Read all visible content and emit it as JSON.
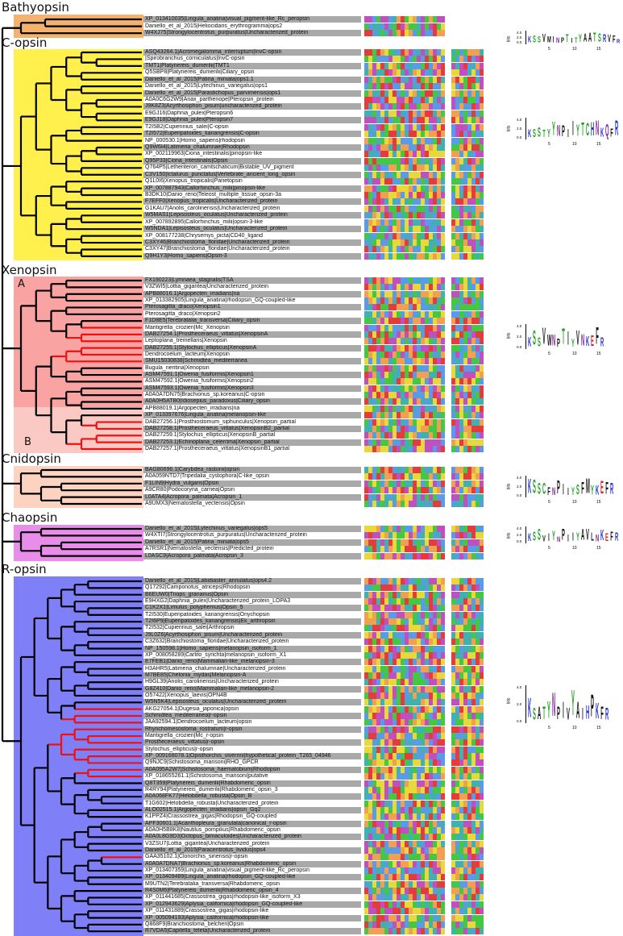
{
  "highlight_branch_color": "#ee1111",
  "groups": [
    {
      "key": "bathyopsin",
      "title": "Bathyopsin",
      "color": "#f3b36f",
      "highlighted": [],
      "items": [
        "XP_013410035|Lingula_anatina|visual_pigment-like_Rc_peropsin",
        "Daniello_et_al_2015|Heliocidaris_erythrogramma|ops2",
        "W4XJ75|Strongylocentrotus_purpuratus|Uncharacterized_protein"
      ],
      "logo": {
        "letters": "KSSVMINPTITYAATSRVFR",
        "ylabel": "bits",
        "yticks": [
          "4.0",
          "2.0",
          "0.0"
        ],
        "xticks": [
          "5",
          "10",
          "15"
        ]
      }
    },
    {
      "key": "c-opsin",
      "title": "C-opsin",
      "color": "#fff04d",
      "highlighted": [],
      "items": [
        "ASQ43264.1|Acromegalomma_interruptum|InvC-opsin",
        "|Spirobranchus_corniculatus|InvC-opsin",
        "TMT1|Platynereis_dumerilii|TMT1",
        "Q5SBP8|Platynereis_dumerilii|Ciliary_opsin",
        "Daniello_et_al_2015|Patiria_miniata|ops1.1",
        "Daniello_et_al_2015|Lytechinus_variegatus|ops1",
        "Daniello_et_al_2015|Parastichopus_parvimensis|ops1",
        "A0A0C6G2W9|Anax_parthenope|Pteropsin_protein",
        "J9K8Z3|Acyrthosiphon_pisum|uncharacterized_protein",
        "E9GJ16|Daphnia_pulex|Pteropsin6",
        "E9GJ18|Daphnia_pulex|Pteropsin7",
        "T2I5B2|Cupiennius_salei|C-opsin",
        "T2I572|Euperipatoides_kanangrensis|C-opsin",
        "NP_000530.1|Homo_sapiens|rhodopsin",
        "Q9W6I4|Latimeria_chalumnae|Rhodopsin",
        "XP_002119963|Ciona_intestinalis|pinopsin-like",
        "Q95P33|Ciona_intestinalis|Opsin",
        "Q764P5|Lethenteron_camtschaticum|Bistable_UV_pigment",
        "C3V150|Ictalurus_punctatus|Vertebrate_ancient_long_opsin",
        "Q1L0I6|Xenopus_tropicalis|Parietopsin",
        "XP_007887943|Callorhinchus_milii|pinopsin-like",
        "B3DK10|Danio_rerio|Teleost_multiple_tissue_opsin-3a",
        "F7EFF0|Xenopus_tropicalis|Uncharacterized_protein",
        "G1KAU7|Anolis_carolinensis|Uncharacterized_protein",
        "W5MAS1|Lepisosteus_oculatus|Uncharacterized_protein",
        "XP_007892895|Callorhinchus_milii|opsin-3-like",
        "W5NDA1|Lepisosteus_oculatus|Uncharacterized_protein",
        "XP_008177238|Chrysemys_picta|CD40_ligand",
        "C3XY46|Branchiostoma_floridae|Uncharacterized_protein",
        "C3XY47|Branchiostoma_floridae|Uncharacterized_protein",
        "Q9H1Y3|Homo_sapiens|Opsin-3"
      ],
      "logo": {
        "letters": "KSSTYYNPIIYTCHNKQFR",
        "ylabel": "bits",
        "yticks": [
          "4.0",
          "2.0",
          "0.0"
        ],
        "xticks": [
          "5",
          "10",
          "15"
        ]
      }
    },
    {
      "key": "xenopsin",
      "title": "Xenopsin",
      "color": "#f9a3a3",
      "subcolor": "#fbc9c4",
      "sub_labels": [
        "A",
        "B"
      ],
      "highlighted": [
        7,
        8,
        9,
        10,
        11,
        12,
        21,
        22,
        23,
        24,
        25
      ],
      "items": [
        "FX190223|Lymnaea_stagnalis|TSA",
        "V3ZWI5|Lottia_gigantea|Uncharacterized_protein",
        "APB88016.1|Argopecten_irradians|na",
        "XP_013382905|Lingula_anatina|rhodopsin_GQ-coupled-like",
        "Pterosagitta_draco|Xenopsin1",
        "Pterosagitta_draco|Xenopsin2",
        "F1D8E5|Terebratalia_transversa|Ciliary_opsin",
        "Maritigrella_crozieri|Mc_Xenopsin",
        "DAB27254.1|Prostheceraeus_vittatus|XenopsinA",
        "Leptoplana_tremellaris|Xenopsin",
        "DAB27255.1|Stylochus_ellipticus|XenopsinA",
        "Dendrocoelum_lacteum|Xenopsin",
        "SMU15030838|Schmidtea_mediterranea",
        "Bugula_neritina|Xenopsin",
        "ASM47591.1|Owenia_fusiformis|Xenopsin1",
        "ASM47592.1|Owenia_fusiformis|Xenopsin2",
        "ASM47593.1|Owenia_fusiformis|Xenopsin3",
        "A0A0A7DN75|Brachionus_sp.koreanus|C-opsin",
        "A0A0H5ATB0|Idiosepius_paradoxus|Ciliary_opsin",
        "APB88019.1|Argopecten_irradians|na",
        "XP_013397676|Lingula_anatina|melanopsin-like",
        "DAB27256.1|Prosthiostomum_siphunculus|Xenopsin_partial",
        "DAB27258.1|Prostheceraeus_vittatus|XenopsinB2_partial",
        "DAB27259.1|Stylochus_ellipticus|XenopsinB_partial",
        "DAB27253.1|Echinoplana_celerrima|Xenopsin_partial",
        "DAB27257.1|Prostheceraeus_vittatus|XenopsinB1_partial"
      ],
      "logo": {
        "letters": "KSSVWNPTIYVNKEFR",
        "ylabel": "bits",
        "yticks": [
          "4.0",
          "2.0",
          "0.0"
        ],
        "xticks": [
          "5",
          "10",
          "15"
        ]
      }
    },
    {
      "key": "cnidopsin",
      "title": "Cnidopsin",
      "color": "#fcd3c1",
      "highlighted": [],
      "items": [
        "BAG80696.1|Carybdea_rastonii|opsin",
        "A0A059NTD7|Tripedalia_cystophora|C-like_opsin",
        "F1LIN9|Hydra_vulgaris|Opsin",
        "A9CR80|Podocoryna_carnea|Opsin",
        "L0ATA4|Acropora_palmata|Acropsin_1",
        "A9UMX3|Nematostella_vectensis|Opsin"
      ],
      "logo": {
        "letters": "KSSCFNPIIYSFMYKEFR",
        "ylabel": "bits",
        "yticks": [
          "4.0",
          "2.0",
          "0.0"
        ],
        "xticks": [
          "5",
          "10",
          "15"
        ]
      }
    },
    {
      "key": "chaopsin",
      "title": "Chaopsin",
      "color": "#e88eea",
      "highlighted": [],
      "items": [
        "Daniello_et_al_2015|Lytechinus_variegatus|ops5",
        "W4XTI7|Strongylocentrotus_purpuratus|Uncharacterized_protein",
        "Daniello_et_al_2015|Patiria_miniata|ops5",
        "A7RSR1|Nematostella_vectensis|Predicted_protein",
        "L0ASC9|Acropora_palmata|Acropsin_3"
      ],
      "logo": {
        "letters": "KSSVIYNPIIYAVLNKEFR",
        "ylabel": "bits",
        "yticks": [
          "4.0",
          "2.0",
          "0.0"
        ],
        "xticks": [
          "5",
          "10",
          "15"
        ]
      }
    },
    {
      "key": "r-opsin",
      "title": "R-opsin",
      "color": "#7f80f7",
      "highlighted": [
        19,
        20,
        21,
        22,
        23,
        24,
        25,
        26,
        27,
        28,
        29,
        41
      ],
      "items": [
        "Daniello_et_al_2015|Labidiaster_annulatus|ops4.2",
        "Q17292|Camponotus_atriceps|Rhodopsin",
        "B6EUW0|Triops_granarius|Opsin",
        "E9HXG2|Daphnia_pulex|Uncharacterized_protein_LOPA3",
        "C1K2X1|Limulus_polyphemus|Opsin_5",
        "T2I530|Euperipatoides_kanangrensis|Onychopsin",
        "T2I6P9|Euperipatoides_kanangrensis|Ek_arthropsin",
        "T2I532|Cupiennius_salei|Arthropsin",
        "J9L0Z6|Acyrthosiphon_pisum|Uncharacterized_protein",
        "C3Z632|Branchiostoma_floridae|Uncharacterized_protein",
        "NP_150598.1|Homo_sapiens|melanopsin_isoform_1",
        "XP_008058289|Carlito_syrichta|melanopsin_isoform_X1",
        "E7FEB1|Danio_rerio|Mammalian-like_melanopsin-3",
        "H3AHR5|Latimeria_chalumnae|Uncharacterized_protein",
        "M7BE85|Chelonia_mydas|Melanopsin-A",
        "H9GL39|Anolis_carolinensis|Uncharacterized_protein",
        "G8Z410|Danio_rerio|Mammalian-like_melanopsin-2",
        "O57422|Xenopus_laevis|OPN4B",
        "W5N5K4|Lepisosteus_oculatus|Uncharacterized_protein",
        "AKG27054.1|Dugesia_japonica|opsin",
        "Schmidtea_mediterranea|r-opsin",
        "JAA92594.1|Dendrocoelum_lacteum|opsin",
        "Rhynchomesostoma_rostratum|r-opsin",
        "Maritigrella_crozieri|Mc_r-opsin",
        "Prostheceraeus_vittatus|r-opsin",
        "Stylochus_ellipticus|r-opsin",
        "XP_009168078.1|Opisthorchis_viverrini|hypothetical_protein_T265_04946",
        "Q9NJC9|Schistosoma_mansoni|RHO_GPCR",
        "A0A095A2W7|Schistosoma_haematobium|Rhodopsin",
        "XP_018655261.1|Schistosoma_mansoni|putative",
        "Q8T359|Platynereis_dumerilii|Rhabdomeric_opsin",
        "R4RY94|Platynereis_dumerilii|Rhabdomeric_opsin_3",
        "A0A068FK77|Helobdella_robusta|Opsin_B",
        "T1G602|Helobdella_robusta|Uncharacterized_protein",
        "ALO02515.1|Argopecten_irradians|opsin_Gq2",
        "K1PPZ4|Crassostrea_gigas|Rhodopsin_GQ-coupled",
        "APF30601.1|Acanthopleura_granulata|canonical_r-opsin",
        "A0A0H5B8K8|Nautilus_pompilius|Rhabdomeric_opsin",
        "A0A0L8G9D3|Octopus_bimaculoides|Uncharacterized_protein",
        "V3ZSU7|Lottia_gigantea|Uncharacterized_protein",
        "Daniello_et_al_2015|Paracentrotus_lividus|ops4",
        "GAA35102.1|Clonorchis_sinensis|r-opsin",
        "A0A0A7DNA7|Brachionus_sp.koreanus|Rhabdomeric_opsin",
        "XP_013407359|Lingula_anatina|visual_pigment-like_Rc_peropsin",
        "XP_013409489|Lingula_anatina|rhodopsin_GQ-coupled-like",
        "M9UTN2|Terebratalia_transversa|Rhabdomeric_opsin",
        "R4S0M6|Platynereis_dumerilii|Rhabdomeric_opsin_4",
        "XP_011441685|Crassostrea_gigas|rhodopsin-like_isoform_X3",
        "XP_012943629|Aplysia_californica|rhodopsin_GQ-coupled-like",
        "XP_011431889|Crassostrea_gigas|rhodopsin-like",
        "XP_005094193|Aplysia_californica|rhodopsin-like",
        "Q868F9|Branchiostoma_belcheri|Opsin",
        "R7VDA5|Capitella_teleta|Uncharacterized_protein"
      ],
      "logo": {
        "letters": "KSATYNPIVYAIHPKFR",
        "ylabel": "bits",
        "yticks": [
          "4.0",
          "2.0",
          "0.0"
        ],
        "xticks": [
          "5",
          "10",
          "15"
        ]
      }
    }
  ],
  "residue_colors": {
    "hydrophobic": "#5a9be8",
    "polar": "#44c844",
    "positive": "#e43c3c",
    "negative": "#c050c0",
    "glycine": "#f0a050",
    "proline": "#e8d83a",
    "aromatic": "#40b0b0"
  }
}
